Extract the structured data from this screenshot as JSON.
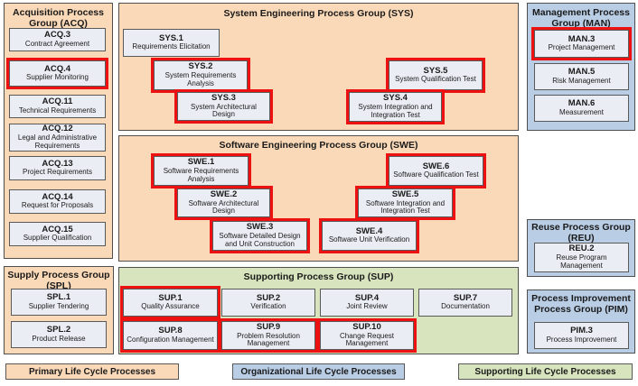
{
  "groups": {
    "acq": {
      "title": "Acquisition Process Group (ACQ)",
      "boxes": [
        {
          "id": "ACQ.3",
          "label": "Contract Agreement",
          "highlighted": false
        },
        {
          "id": "ACQ.4",
          "label": "Supplier Monitoring",
          "highlighted": true
        },
        {
          "id": "ACQ.11",
          "label": "Technical Requirements",
          "highlighted": false
        },
        {
          "id": "ACQ.12",
          "label": "Legal and Administrative Requirements",
          "highlighted": false
        },
        {
          "id": "ACQ.13",
          "label": "Project Requirements",
          "highlighted": false
        },
        {
          "id": "ACQ.14",
          "label": "Request for Proposals",
          "highlighted": false
        },
        {
          "id": "ACQ.15",
          "label": "Supplier Qualification",
          "highlighted": false
        }
      ]
    },
    "spl": {
      "title": "Supply Process Group (SPL)",
      "boxes": [
        {
          "id": "SPL.1",
          "label": "Supplier Tendering",
          "highlighted": false
        },
        {
          "id": "SPL.2",
          "label": "Product Release",
          "highlighted": false
        }
      ]
    },
    "sys": {
      "title": "System Engineering Process Group (SYS)",
      "boxes": [
        {
          "id": "SYS.1",
          "label": "Requirements Elicitation",
          "highlighted": false
        },
        {
          "id": "SYS.2",
          "label": "System Requirements Analysis",
          "highlighted": true
        },
        {
          "id": "SYS.3",
          "label": "System Architectural Design",
          "highlighted": true
        },
        {
          "id": "SYS.5",
          "label": "System Qualification Test",
          "highlighted": true
        },
        {
          "id": "SYS.4",
          "label": "System Integration and Integration Test",
          "highlighted": true
        }
      ]
    },
    "swe": {
      "title": "Software Engineering Process Group (SWE)",
      "boxes": [
        {
          "id": "SWE.1",
          "label": "Software Requirements Analysis",
          "highlighted": true
        },
        {
          "id": "SWE.2",
          "label": "Software Architectural Design",
          "highlighted": true
        },
        {
          "id": "SWE.3",
          "label": "Software Detailed Design and Unit Construction",
          "highlighted": true
        },
        {
          "id": "SWE.4",
          "label": "Software Unit Verification",
          "highlighted": true
        },
        {
          "id": "SWE.5",
          "label": "Software Integration and Integration Test",
          "highlighted": true
        },
        {
          "id": "SWE.6",
          "label": "Software Qualification Test",
          "highlighted": true
        }
      ]
    },
    "sup": {
      "title": "Supporting Process Group (SUP)",
      "boxes": [
        {
          "id": "SUP.1",
          "label": "Quality Assurance",
          "highlighted": true
        },
        {
          "id": "SUP.2",
          "label": "Verification",
          "highlighted": false
        },
        {
          "id": "SUP.4",
          "label": "Joint Review",
          "highlighted": false
        },
        {
          "id": "SUP.7",
          "label": "Documentation",
          "highlighted": false
        },
        {
          "id": "SUP.8",
          "label": "Configuration Management",
          "highlighted": true
        },
        {
          "id": "SUP.9",
          "label": "Problem Resolution Management",
          "highlighted": true
        },
        {
          "id": "SUP.10",
          "label": "Change Request Management",
          "highlighted": true
        }
      ]
    },
    "man": {
      "title": "Management Process Group (MAN)",
      "boxes": [
        {
          "id": "MAN.3",
          "label": "Project Management",
          "highlighted": true
        },
        {
          "id": "MAN.5",
          "label": "Risk Management",
          "highlighted": false
        },
        {
          "id": "MAN.6",
          "label": "Measurement",
          "highlighted": false
        }
      ]
    },
    "reu": {
      "title": "Reuse Process Group (REU)",
      "boxes": [
        {
          "id": "REU.2",
          "label": "Reuse Program Management",
          "highlighted": false
        }
      ]
    },
    "pim": {
      "title": "Process Improvement Process Group (PIM)",
      "boxes": [
        {
          "id": "PIM.3",
          "label": "Process Improvement",
          "highlighted": false
        }
      ]
    }
  },
  "legend": [
    {
      "label": "Primary Life Cycle Processes",
      "color": "#FAD9B8"
    },
    {
      "label": "Organizational Life Cycle Processes",
      "color": "#B9CDE5"
    },
    {
      "label": "Supporting Life Cycle Processes",
      "color": "#D7E4BD"
    }
  ],
  "colors": {
    "primary_fill": "#FAD9B8",
    "organizational_fill": "#B9CDE5",
    "supporting_fill": "#D7E4BD",
    "process_box_fill": "#EAEDF4",
    "highlight_border": "#EE1111",
    "box_border": "#595959"
  }
}
